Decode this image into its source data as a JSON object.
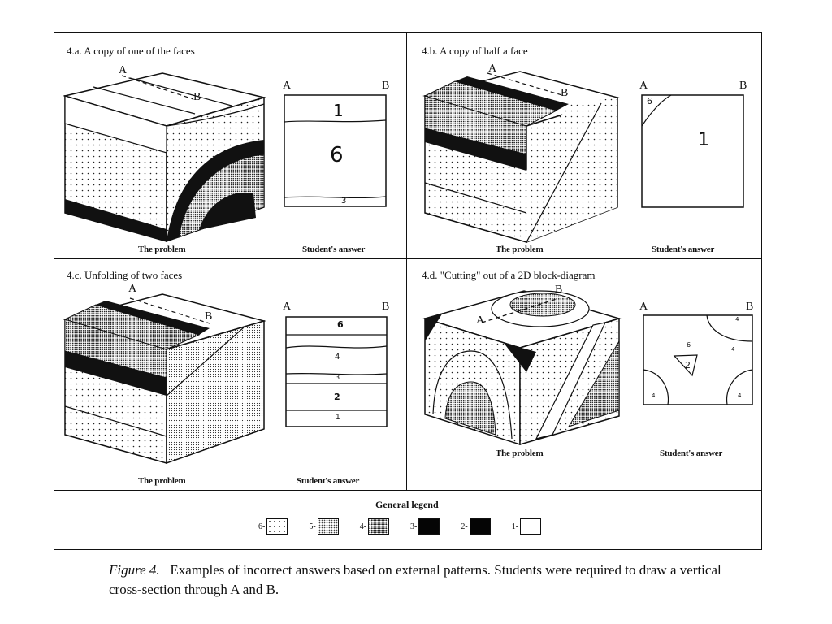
{
  "panels": {
    "a": {
      "title": "4.a. A copy of one of the faces",
      "problem_caption": "The problem",
      "answer_caption": "Student's answer",
      "label_A": "A",
      "label_B": "B",
      "answer_numbers": [
        "1",
        "6",
        "3"
      ]
    },
    "b": {
      "title": "4.b. A copy of half a face",
      "problem_caption": "The problem",
      "answer_caption": "Student's answer",
      "label_A": "A",
      "label_B": "B",
      "answer_numbers": [
        "6",
        "1"
      ]
    },
    "c": {
      "title": "4.c. Unfolding of two faces",
      "problem_caption": "The problem",
      "answer_caption": "Student's answer",
      "label_A": "A",
      "label_B": "B",
      "answer_numbers": [
        "6",
        "4",
        "3",
        "2",
        "1"
      ]
    },
    "d": {
      "title": "4.d. \"Cutting\" out of a 2D block-diagram",
      "problem_caption": "The problem",
      "answer_caption": "Student's answer",
      "label_A": "A",
      "label_B": "B",
      "answer_numbers": [
        "4",
        "6",
        "2",
        "4",
        "4",
        "4"
      ]
    }
  },
  "legend": {
    "title": "General legend",
    "items": [
      {
        "label": "6-",
        "pattern": "sparse-dots"
      },
      {
        "label": "5-",
        "pattern": "fine-dots"
      },
      {
        "label": "4-",
        "pattern": "dense-dots"
      },
      {
        "label": "3-",
        "pattern": "black"
      },
      {
        "label": "2-",
        "pattern": "black"
      },
      {
        "label": "1-",
        "pattern": "white"
      }
    ]
  },
  "caption": {
    "label": "Figure 4.",
    "text": "Examples of incorrect answers based on external patterns. Students were required to draw a vertical cross-section through A and B."
  }
}
